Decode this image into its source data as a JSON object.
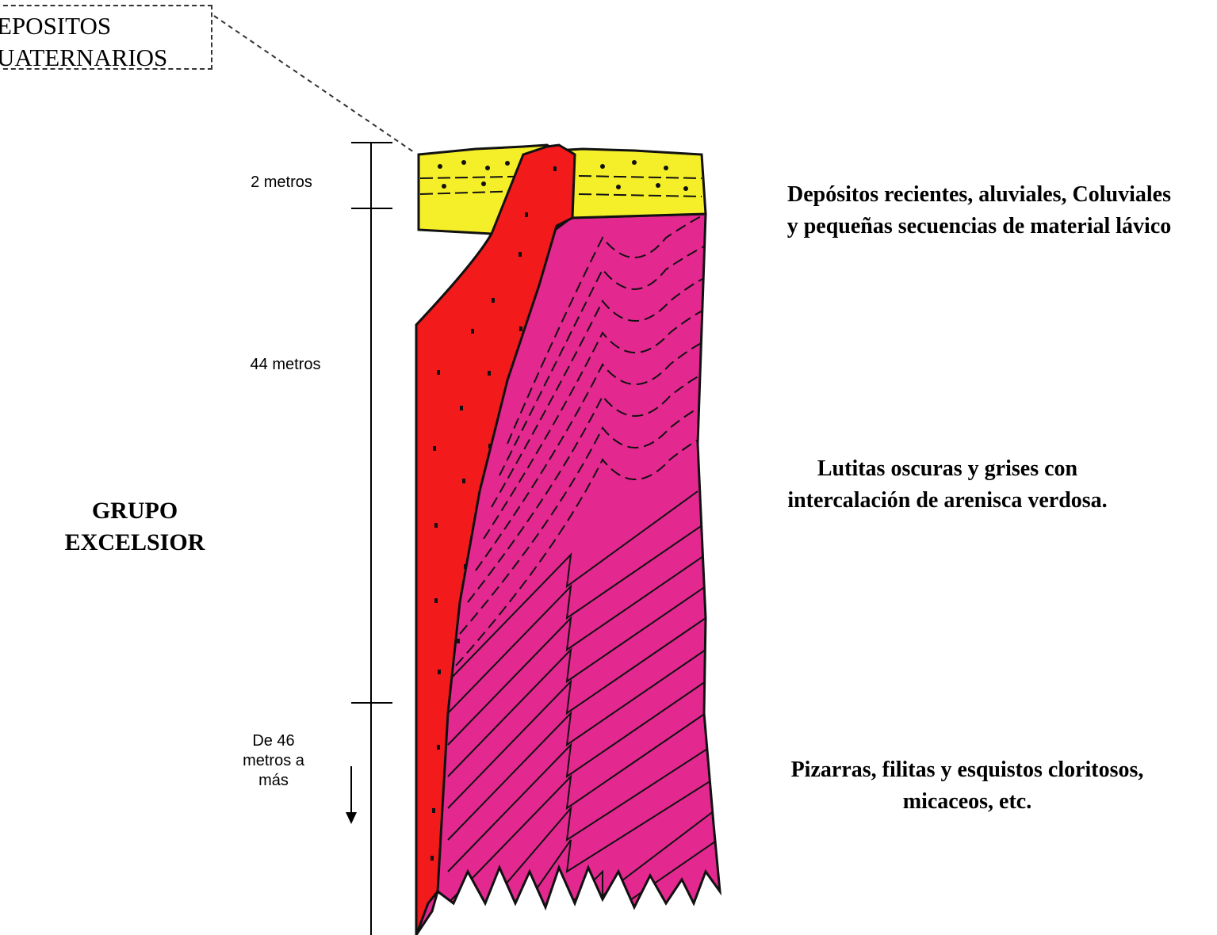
{
  "quaternary_box": {
    "line1": "EPOSITOS",
    "line2": "UATERNARIOS"
  },
  "depth_labels": {
    "d1": "2 metros",
    "d2": "44 metros",
    "d3_line1": "De 46",
    "d3_line2": "metros a",
    "d3_line3": "más"
  },
  "group_label": {
    "line1": "GRUPO",
    "line2": "EXCELSIOR"
  },
  "descriptions": {
    "top_line1": "Depósitos recientes, aluviales, Coluviales",
    "top_line2": "y pequeñas secuencias de material lávico",
    "middle_line1": "Lutitas oscuras y grises con",
    "middle_line2": "intercalación de arenisca verdosa.",
    "bottom_line1": "Pizarras, filitas y esquistos cloritosos,",
    "bottom_line2": "micaceos, etc."
  },
  "colors": {
    "quaternary_yellow": "#f5ef2a",
    "intrusive_red": "#f21a1a",
    "shale_magenta": "#e3288f",
    "outline": "#111111"
  }
}
